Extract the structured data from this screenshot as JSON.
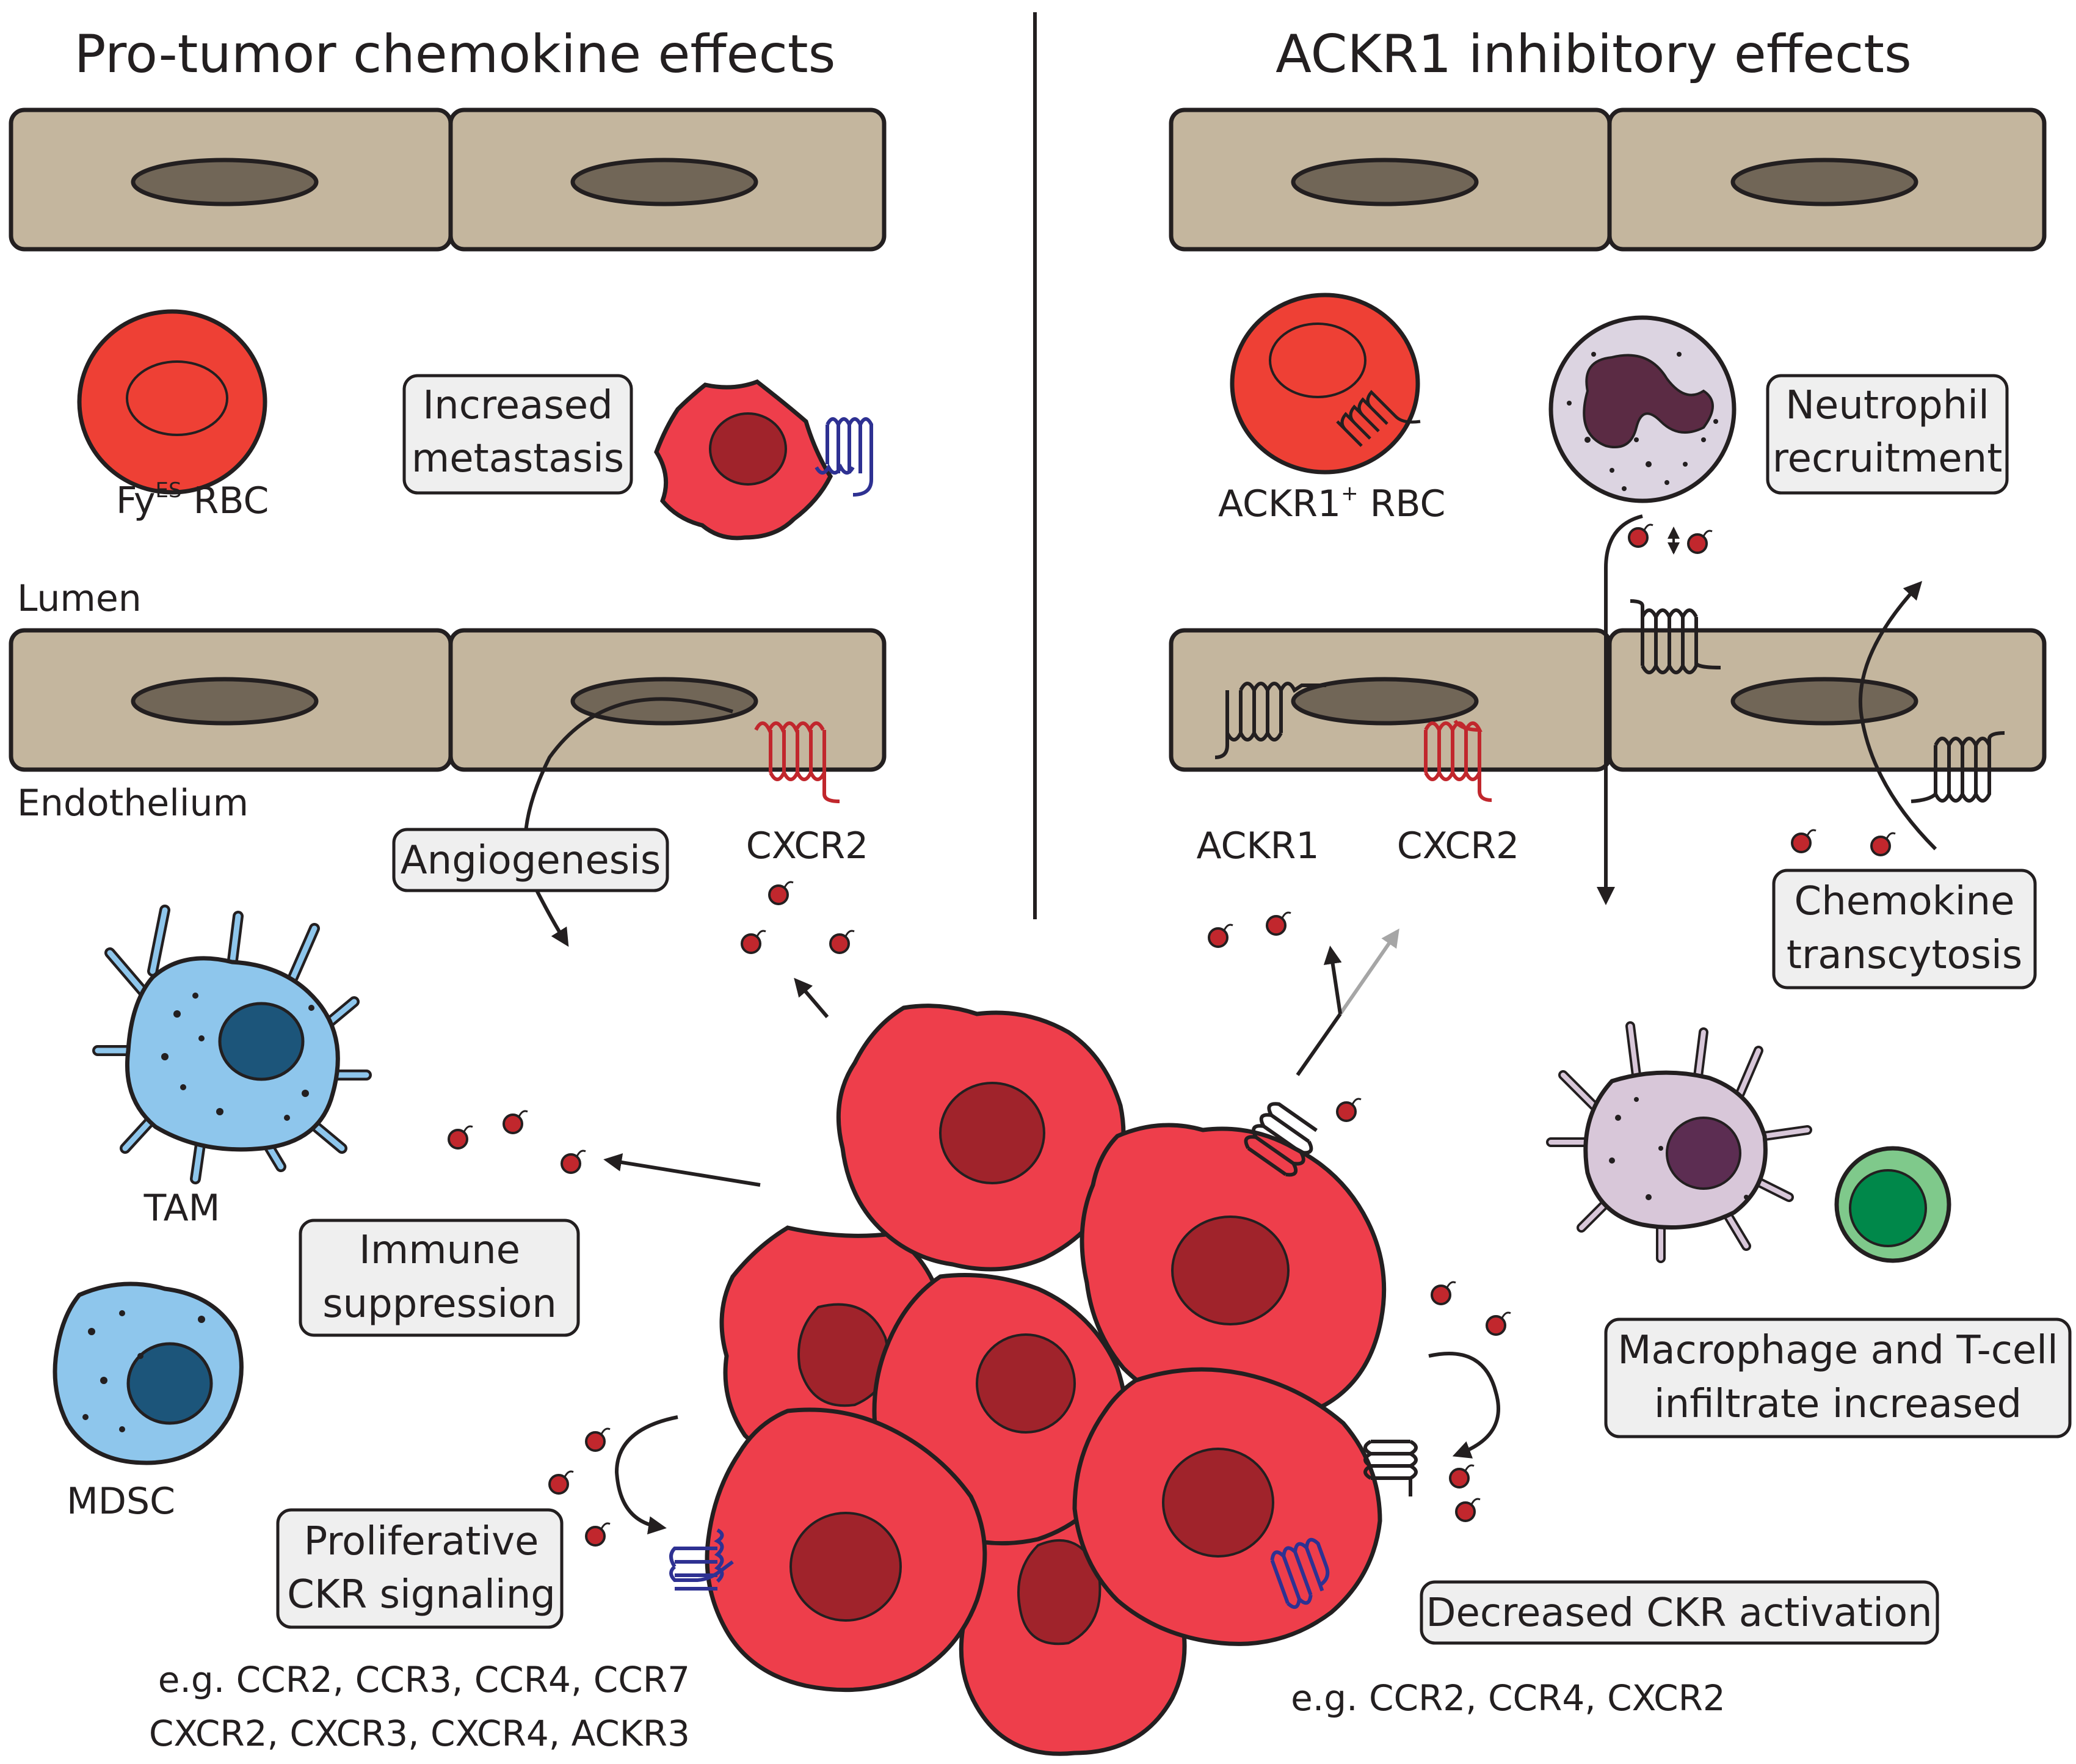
{
  "left_panel": {
    "title": "Pro-tumor chemokine effects",
    "lumen_label": "Lumen",
    "endothelium_label": "Endothelium",
    "rbc_label_base": "Fy",
    "rbc_label_sup": "ES",
    "rbc_label_rest": " RBC",
    "cxcr2_label": "CXCR2",
    "tam_label": "TAM",
    "mdsc_label": "MDSC",
    "box_metastasis": [
      "Increased",
      "metastasis"
    ],
    "box_angiogenesis": "Angiogenesis",
    "box_immune": [
      "Immune",
      "suppression"
    ],
    "box_proliferative": [
      "Proliferative",
      "CKR signaling"
    ],
    "examples": [
      "e.g. CCR2, CCR3, CCR4, CCR7",
      "CXCR2, CXCR3, CXCR4, ACKR3"
    ]
  },
  "right_panel": {
    "title": "ACKR1 inhibitory effects",
    "rbc_label_base": "ACKR1",
    "rbc_label_sup": "+",
    "rbc_label_rest": " RBC",
    "ackr1_label": "ACKR1",
    "cxcr2_label": "CXCR2",
    "box_neutrophil": [
      "Neutrophil",
      "recruitment"
    ],
    "box_transcytosis": [
      "Chemokine",
      "transcytosis"
    ],
    "box_infiltrate": [
      "Macrophage and T-cell",
      "infiltrate increased"
    ],
    "box_decreased": "Decreased CKR activation",
    "examples": "e.g. CCR2, CCR4, CXCR2"
  },
  "colors": {
    "endothelium": "#c4b69e",
    "nucleus": "#716657",
    "rbc": "#ee4035",
    "tumor": "#ee3e4b",
    "tumor_nucleus": "#a0232b",
    "receptor_blue": "#2e3192",
    "receptor_red": "#c1272d",
    "receptor_black": "#231f20",
    "chemokine": "#c1272d",
    "immune_blue": "#8ec6ec",
    "immune_nucleus": "#1c557a",
    "neutrophil": "#dcd4e1",
    "neutrophil_nucleus": "#5b2b44",
    "macrophage": "#d8c7d9",
    "macrophage_nucleus": "#5c2d52",
    "tcell": "#7fc98b",
    "tcell_nucleus": "#00884a",
    "label_box": "#efefef"
  }
}
